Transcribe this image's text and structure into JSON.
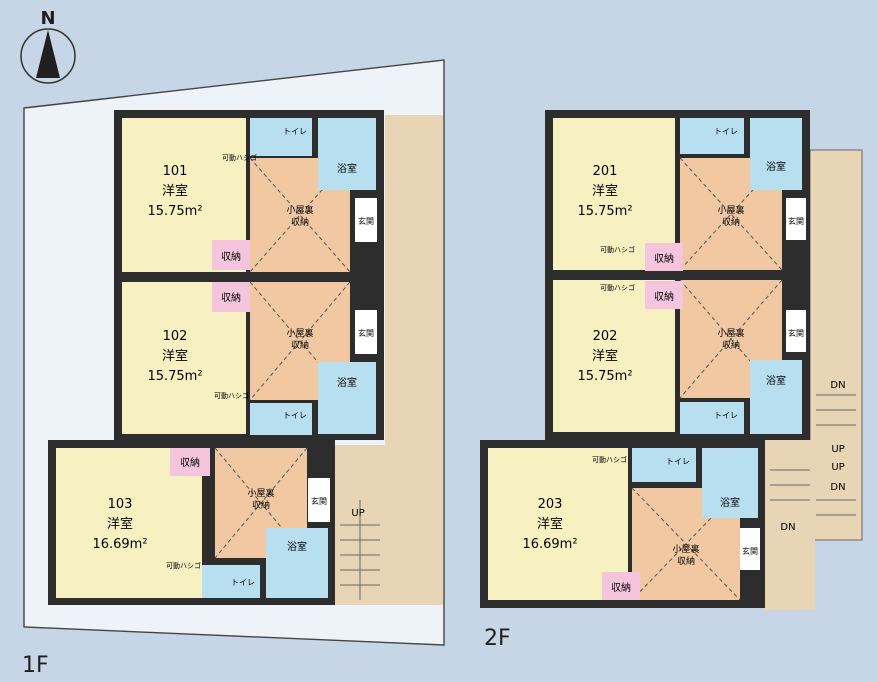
{
  "colors": {
    "background": "#c7d6e7",
    "site": "#eef3f9",
    "room": "#f7f0c0",
    "attic": "#f2c8a2",
    "bath": "#b8dff0",
    "storage": "#f4c5dc",
    "entry": "#ffffff",
    "corridor": "#e8d5b5",
    "wall": "#2d2d2d"
  },
  "compass": {
    "letter": "N"
  },
  "floor1": {
    "label": "1F",
    "units": [
      {
        "number": "101",
        "room": "洋室",
        "area": "15.75m²"
      },
      {
        "number": "102",
        "room": "洋室",
        "area": "15.75m²"
      },
      {
        "number": "103",
        "room": "洋室",
        "area": "16.69m²"
      }
    ]
  },
  "floor2": {
    "label": "2F",
    "units": [
      {
        "number": "201",
        "room": "洋室",
        "area": "15.75m²"
      },
      {
        "number": "202",
        "room": "洋室",
        "area": "15.75m²"
      },
      {
        "number": "203",
        "room": "洋室",
        "area": "16.69m²"
      }
    ]
  },
  "labels": {
    "attic_line1": "小屋裏",
    "attic_line2": "収納",
    "storage": "収納",
    "entrance": "玄関",
    "bath": "浴室",
    "toilet": "トイレ",
    "ladder": "可動ハシゴ",
    "up": "UP",
    "dn": "DN"
  }
}
